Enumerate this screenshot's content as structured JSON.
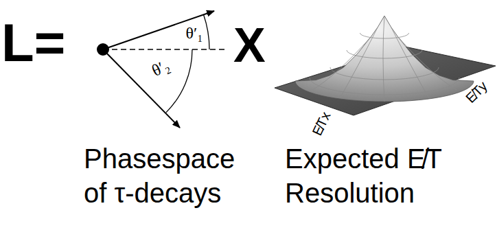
{
  "diagram": {
    "labels": [
      "L=",
      "θ′₁",
      "θ′₂",
      "X",
      "E̸Tx",
      "E̸Ty",
      "Phasespace of τ-decays",
      "Expected E̸T Resolution"
    ]
  }
}
